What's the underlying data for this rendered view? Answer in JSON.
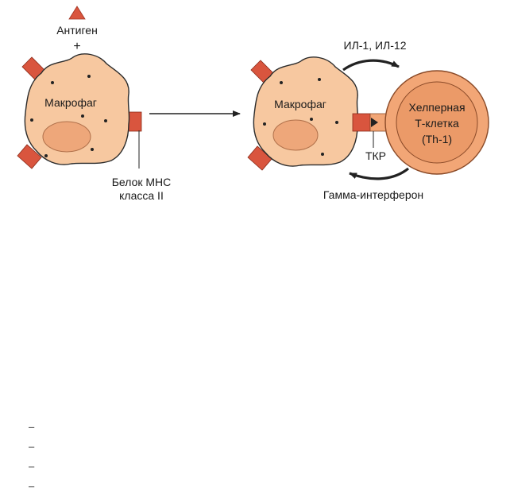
{
  "labels": {
    "antigen": "Антиген",
    "plus": "+",
    "macrophage_left": "Макрофаг",
    "macrophage_right": "Макрофаг",
    "mhc_line1": "Белок МНС",
    "mhc_line2": "класса II",
    "il": "ИЛ-1, ИЛ-12",
    "helper_line1": "Хелперная",
    "helper_line2": "Т-клетка",
    "helper_line3": "(Th-1)",
    "tcr": "ТКР",
    "gamma": "Гамма-интерферон"
  },
  "list_marks": [
    "–",
    "–",
    "–",
    "–"
  ],
  "colors": {
    "cell_fill": "#f7c8a0",
    "cell_stroke": "#2b2b2b",
    "nucleus_fill": "#eea77a",
    "receptor_red": "#d9553e",
    "tcell_fill": "#f2a676",
    "tcell_inner": "#eb9a68",
    "arrow": "#222222"
  }
}
